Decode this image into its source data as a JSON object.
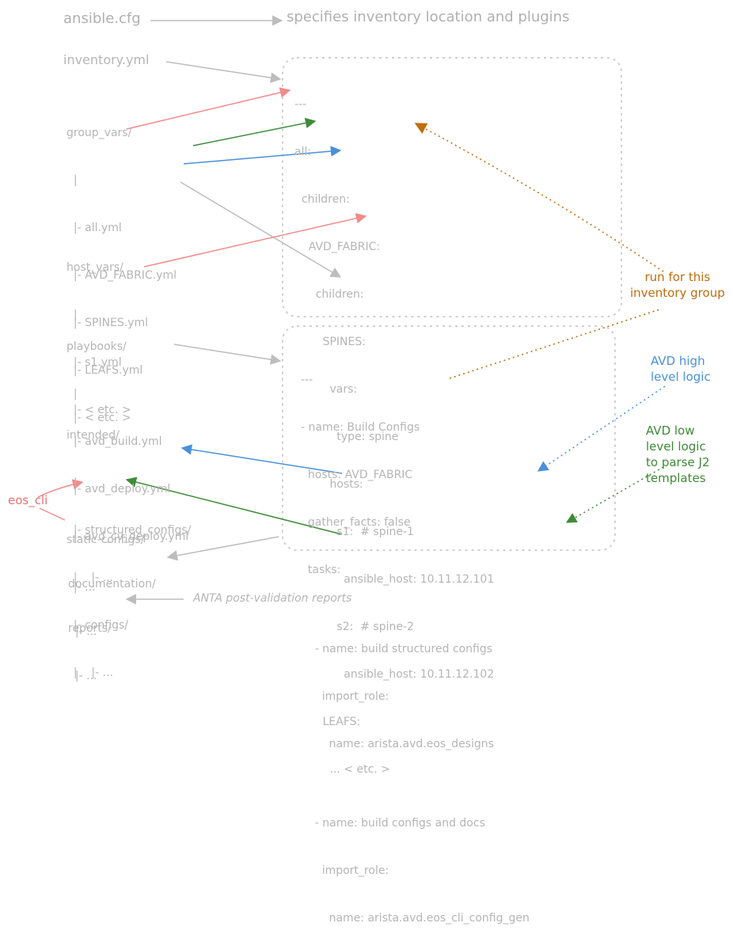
{
  "top": {
    "ansible_cfg": "ansible.cfg",
    "ansible_cfg_desc": "specifies inventory location and plugins",
    "inventory_yml": "inventory.yml"
  },
  "tree": {
    "group_vars": [
      "group_vars/",
      "  |",
      "  |- all.yml",
      "  |- AVD_FABRIC.yml",
      "  |- SPINES.yml",
      "  |- LEAFS.yml",
      "  |- < etc. >"
    ],
    "host_vars": [
      "host_vars/",
      "  |",
      "  |- s1.yml",
      "  |- < etc. >"
    ],
    "playbooks": [
      "playbooks/",
      "  |",
      "  |- avd_build.yml",
      "  |- avd_deploy.yml",
      "  |- avd_cv_deploy.yml"
    ],
    "intended": [
      "intended/",
      "  |",
      "  |- structured_configs/",
      "  |    |- ...",
      "  |- configs/",
      "  |    |- ..."
    ],
    "static_configs": [
      "static-configs/",
      "  |- ..."
    ],
    "documentation": [
      "documentation/",
      "  |- ..."
    ],
    "reports": [
      "reports/",
      "  |- ..."
    ]
  },
  "inventory_content": [
    "---",
    "all:",
    "  children:",
    "    AVD_FABRIC:",
    "      children:",
    "        SPINES:",
    "          vars:",
    "            type: spine",
    "          hosts:",
    "            s1:  # spine-1",
    "              ansible_host: 10.11.12.101",
    "            s2:  # spine-2",
    "              ansible_host: 10.11.12.102",
    "        LEAFS:",
    "          ... < etc. >"
  ],
  "playbook_content": [
    "---",
    "- name: Build Configs",
    "  hosts: AVD_FABRIC",
    "  gather_facts: false",
    "  tasks:",
    "",
    "    - name: build structured configs",
    "      import_role:",
    "        name: arista.avd.eos_designs",
    "",
    "    - name: build configs and docs",
    "      import_role:",
    "        name: arista.avd.eos_cli_config_gen"
  ],
  "annotations": {
    "run_for_group": "run for this\ninventory group",
    "avd_high": "AVD high\nlevel logic",
    "avd_low": "AVD low\nlevel logic\nto parse J2\ntemplates",
    "eos_cli": "eos_cli",
    "anta": "ANTA post-validation reports"
  },
  "colors": {
    "gray": "#bdbdbd",
    "red": "#f28b8b",
    "green": "#3d8b37",
    "blue": "#4a90d9",
    "orange": "#c06d0c"
  }
}
